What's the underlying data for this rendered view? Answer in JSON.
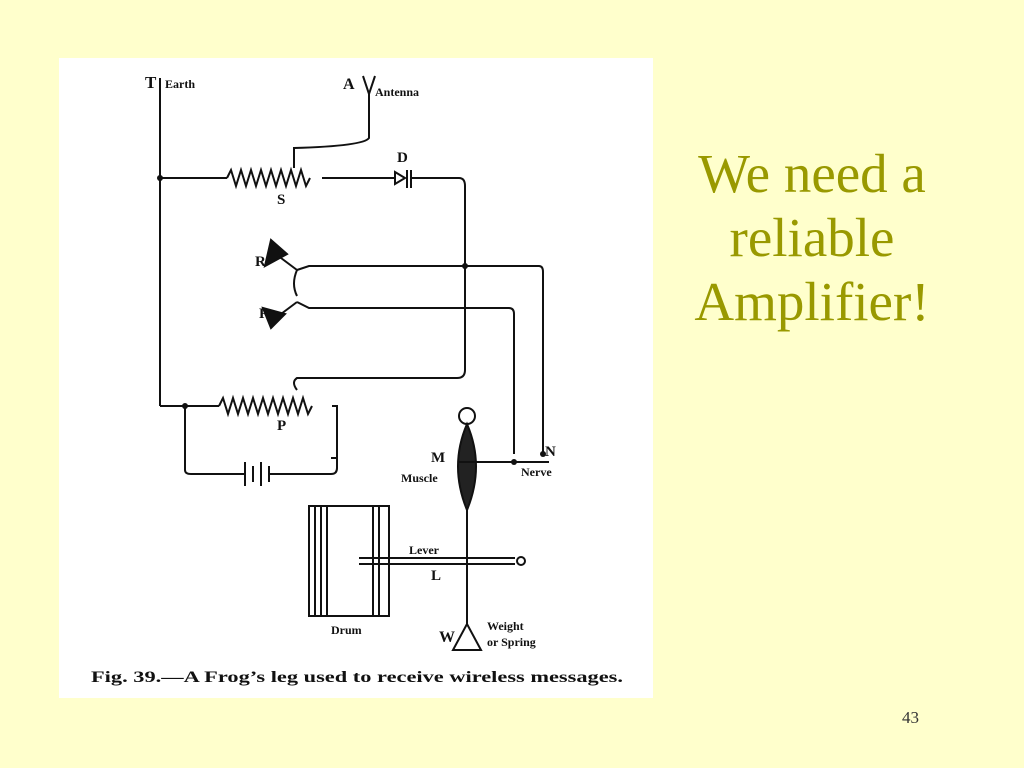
{
  "slide": {
    "title_lines": [
      "We need a",
      "reliable",
      "Amplifier!"
    ],
    "page_number": "43"
  },
  "figure": {
    "labels": {
      "t": "T",
      "earth": "Earth",
      "a": "A",
      "antenna": "Antenna",
      "d": "D",
      "s": "S",
      "r1": "R",
      "r2": "R",
      "p": "P",
      "m": "M",
      "muscle": "Muscle",
      "n": "N",
      "nerve": "Nerve",
      "lever": "Lever",
      "l": "L",
      "drum": "Drum",
      "w": "W",
      "weight": "Weight",
      "or_spring": "or Spring"
    },
    "caption": "Fig. 39.—A Frog’s leg used to receive wireless messages."
  }
}
